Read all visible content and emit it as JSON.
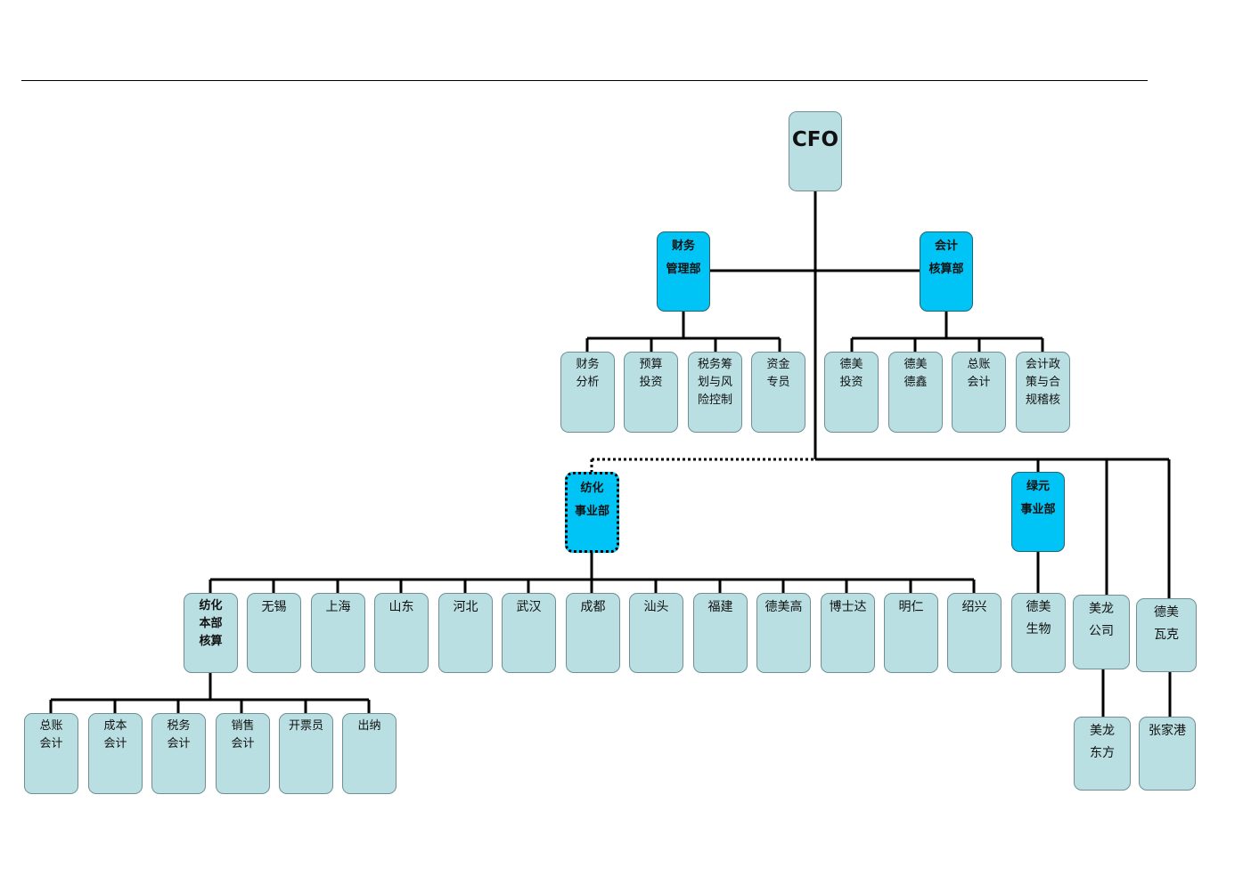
{
  "chart_data": {
    "type": "org-chart",
    "root": {
      "id": "cfo",
      "label": "CFO",
      "children": [
        {
          "id": "finance-mgmt",
          "label": "财务\n管理部",
          "children": [
            {
              "id": "fin-analysis",
              "label": "财务\n分析"
            },
            {
              "id": "budget-invest",
              "label": "预算\n投资"
            },
            {
              "id": "tax-planning",
              "label": "税务筹\n划与风\n险控制"
            },
            {
              "id": "treasury",
              "label": "资金\n专员"
            }
          ]
        },
        {
          "id": "accounting",
          "label": "会计\n核算部",
          "children": [
            {
              "id": "demei-invest",
              "label": "德美\n投资"
            },
            {
              "id": "demei-dexin",
              "label": "德美\n德鑫"
            },
            {
              "id": "gl-acct-a",
              "label": "总账\n会计"
            },
            {
              "id": "policy-compliance",
              "label": "会计政\n策与合\n规稽核"
            }
          ]
        },
        {
          "id": "textile",
          "label": "纺化\n事业部",
          "children": [
            {
              "id": "textile-hq",
              "label": "纺化\n本部\n核算",
              "children": [
                {
                  "id": "gl-acct-b",
                  "label": "总账\n会计"
                },
                {
                  "id": "cost-acct",
                  "label": "成本\n会计"
                },
                {
                  "id": "tax-acct",
                  "label": "税务\n会计"
                },
                {
                  "id": "sales-acct",
                  "label": "销售\n会计"
                },
                {
                  "id": "invoicer",
                  "label": "开票员"
                },
                {
                  "id": "cashier",
                  "label": "出纳"
                }
              ]
            },
            {
              "id": "wuxi",
              "label": "无锡"
            },
            {
              "id": "shanghai",
              "label": "上海"
            },
            {
              "id": "shandong",
              "label": "山东"
            },
            {
              "id": "hebei",
              "label": "河北"
            },
            {
              "id": "wuhan",
              "label": "武汉"
            },
            {
              "id": "chengdu",
              "label": "成都"
            },
            {
              "id": "shantou",
              "label": "汕头"
            },
            {
              "id": "fujian",
              "label": "福建"
            },
            {
              "id": "demeigao",
              "label": "德美高"
            },
            {
              "id": "boshida",
              "label": "博士达"
            },
            {
              "id": "mingren",
              "label": "明仁"
            },
            {
              "id": "shaoxing",
              "label": "绍兴"
            }
          ]
        },
        {
          "id": "lvyuan",
          "label": "绿元\n事业部",
          "children": [
            {
              "id": "demei-bio",
              "label": "德美\n生物"
            }
          ]
        },
        {
          "id": "meilong",
          "label": "美龙\n公司",
          "children": [
            {
              "id": "meilong-dongfang",
              "label": "美龙\n东方"
            }
          ]
        },
        {
          "id": "demei-wacker",
          "label": "德美\n瓦克",
          "children": [
            {
              "id": "zhangjiagang",
              "label": "张家港"
            }
          ]
        }
      ]
    }
  }
}
